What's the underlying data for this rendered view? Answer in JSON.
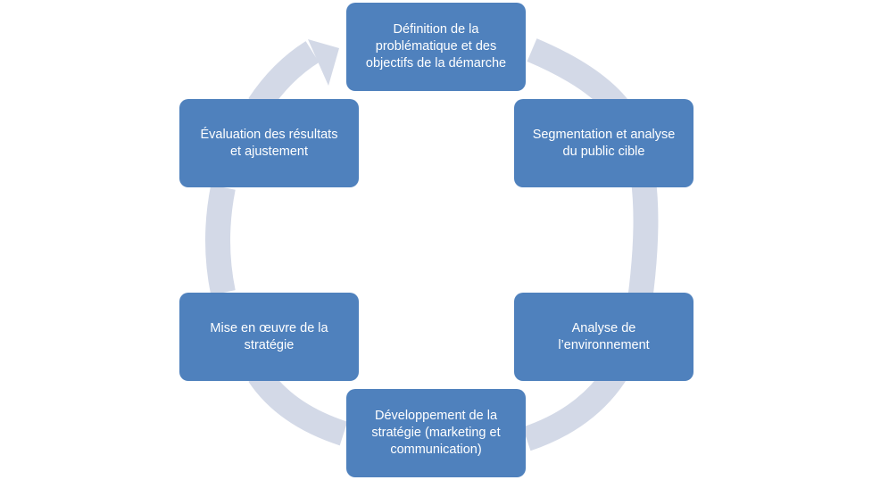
{
  "diagram": {
    "type": "cycle",
    "colors": {
      "box_fill": "#4f81bd",
      "box_text": "#ffffff",
      "ring": "#d3d9e7"
    },
    "steps": [
      {
        "label": "Définition de la\nproblématique et des\nobjectifs de la démarche"
      },
      {
        "label": "Segmentation et analyse\ndu public cible"
      },
      {
        "label": "Analyse de\nl’environnement"
      },
      {
        "label": "Développement  de la\nstratégie (marketing et\ncommunication)"
      },
      {
        "label": "Mise en œuvre de la\nstratégie"
      },
      {
        "label": "Évaluation des résultats\net ajustement"
      }
    ]
  }
}
